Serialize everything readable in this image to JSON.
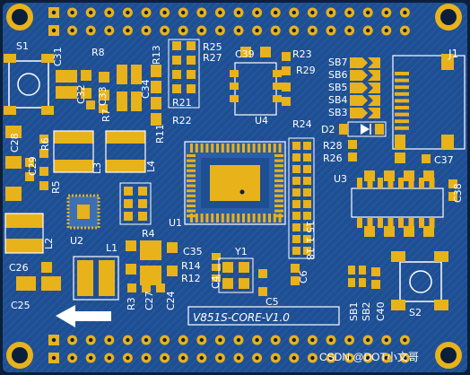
{
  "board": {
    "name": "V851S-CORE-V1.0",
    "colors": {
      "substrate": "#1f4f93",
      "copper": "#e8b21b",
      "silkscreen": "#ffffff",
      "edge": "#0c1f3a"
    }
  },
  "labels": {
    "S1": "S1",
    "S2": "S2",
    "R8": "R8",
    "R13": "R13",
    "C31": "C31",
    "C32": "C32",
    "C33": "C33",
    "C34": "C34",
    "R7": "R7",
    "R6": "R6",
    "C28": "C28",
    "C29": "C29",
    "R5": "R5",
    "L3": "L3",
    "L4": "L4",
    "R11": "R11",
    "R25": "R25",
    "R27": "R27",
    "R21": "R21",
    "R22": "R22",
    "C39": "C39",
    "R23": "R23",
    "R29": "R29",
    "R24": "R24",
    "U4": "U4",
    "SB7": "SB7",
    "SB6": "SB6",
    "SB5": "SB5",
    "SB4": "SB4",
    "SB3": "SB3",
    "D2": "D2",
    "R28": "R28",
    "R26": "R26",
    "J1": "J1",
    "C37": "C37",
    "U3": "U3",
    "C38": "C38",
    "U1": "U1",
    "U2": "U2",
    "L2": "L2",
    "L1": "L1",
    "R4": "R4",
    "C35": "C35",
    "R14": "R14",
    "R12": "R12",
    "Y1": "Y1",
    "C26": "C26",
    "C25": "C25",
    "R3": "R3",
    "C27": "C27",
    "C24": "C24",
    "C4": "C4",
    "C5": "C5",
    "C6": "C6",
    "R15": "15",
    "R1": "1",
    "R18": "18",
    "SB1": "SB1",
    "SB2": "SB2",
    "C40": "C40"
  },
  "watermark": "CSDN @DOT小文哥"
}
